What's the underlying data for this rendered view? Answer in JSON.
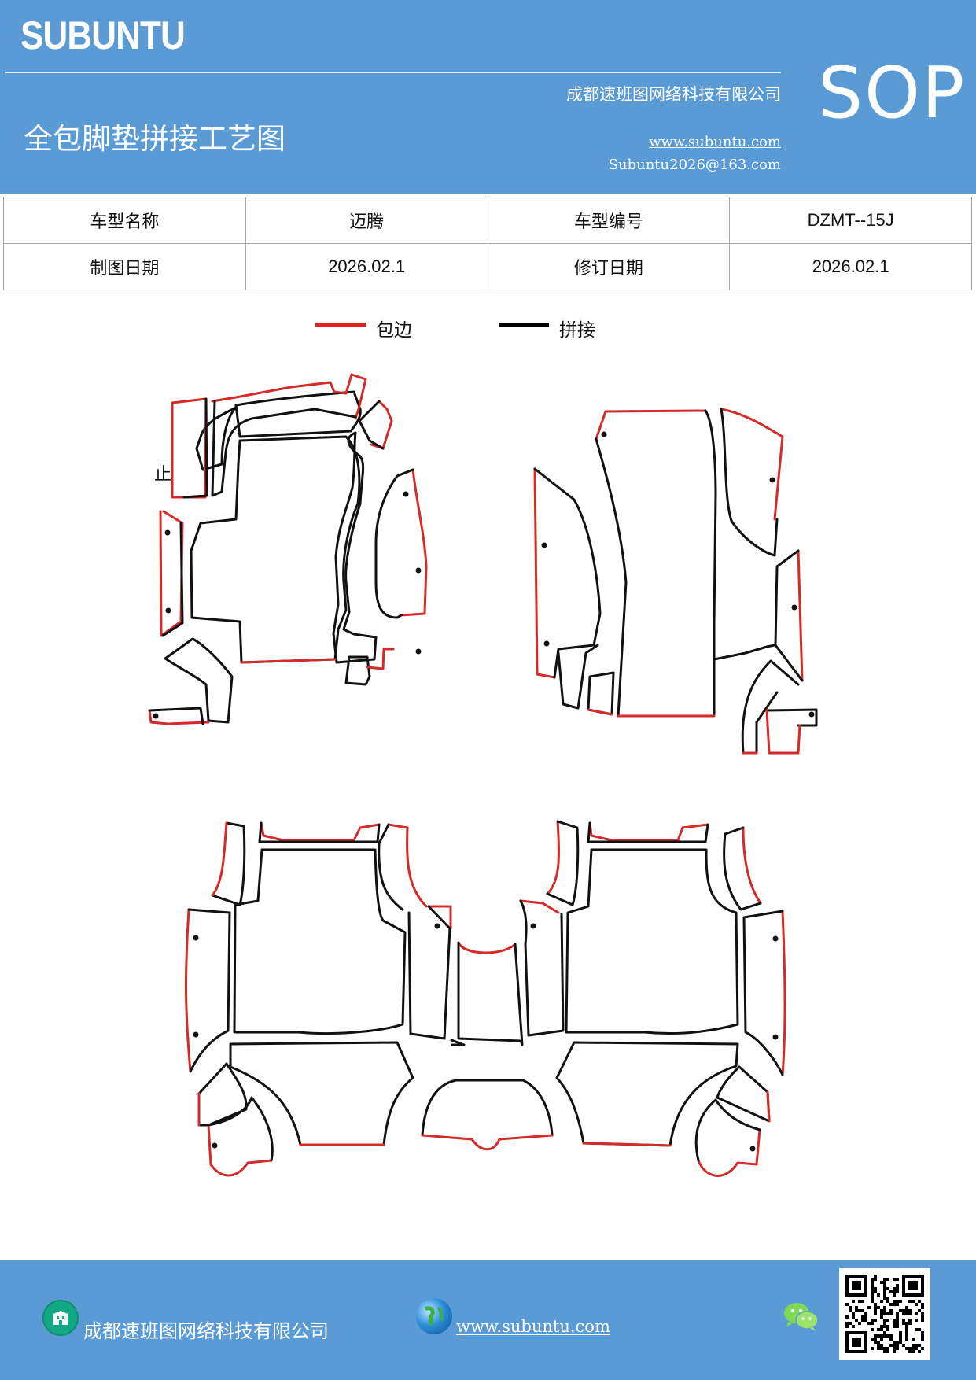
{
  "header": {
    "logo": "SUBUNTU",
    "badge": "SOP",
    "company": "成都速班图网络科技有限公司",
    "title": "全包脚垫拼接工艺图",
    "website": "www.subuntu.com",
    "email": "Subuntu2026@163.com"
  },
  "info_table": {
    "row1": {
      "label1": "车型名称",
      "value1": "迈腾",
      "label2": "车型编号",
      "value2": "DZMT--15J"
    },
    "row2": {
      "label1": "制图日期",
      "value1": "2026.02.1",
      "label2": "修订日期",
      "value2": "2026.02.1"
    }
  },
  "legend": {
    "items": [
      {
        "label": "包边",
        "color": "#e61e1e"
      },
      {
        "label": "拼接",
        "color": "#000000"
      }
    ]
  },
  "drawing": {
    "side_mark": "止",
    "edge_color": "#d42a2a",
    "seam_color": "#111111"
  },
  "footer": {
    "company": "成都速班图网络科技有限公司",
    "website": "www.subuntu.com"
  },
  "colors": {
    "brand_blue": "#5b9bd5"
  }
}
